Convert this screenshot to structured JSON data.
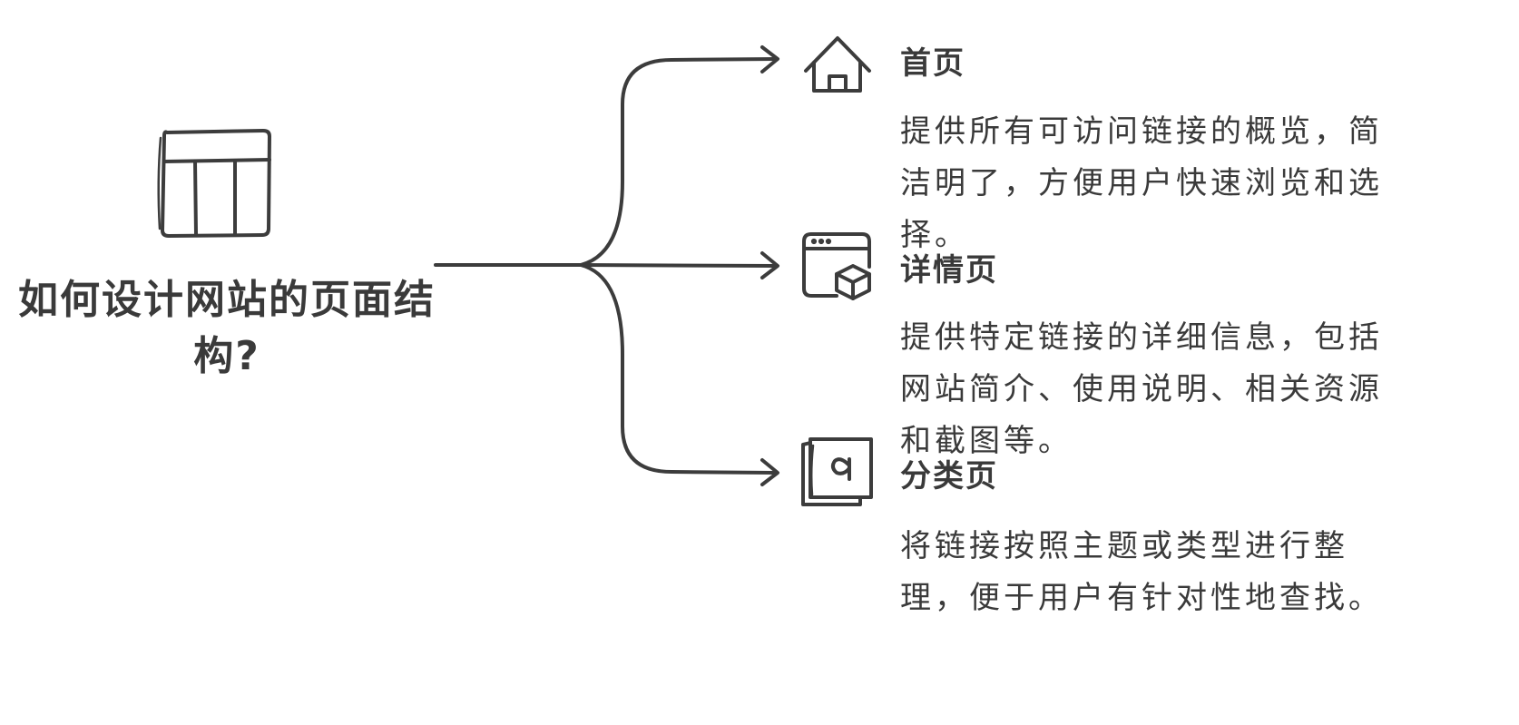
{
  "main_topic": {
    "title": "如何设计网站的页面结构?",
    "icon": "layout-columns-icon"
  },
  "branches": [
    {
      "title": "首页",
      "icon": "home-icon",
      "description": "提供所有可访问链接的概览，简洁明了，方便用户快速浏览和选择。"
    },
    {
      "title": "详情页",
      "icon": "browser-box-icon",
      "description": "提供特定链接的详细信息，包括网站简介、使用说明、相关资源和截图等。"
    },
    {
      "title": "分类页",
      "icon": "stacked-cards-icon",
      "description": "将链接按照主题或类型进行整理，便于用户有针对性地查找。"
    }
  ],
  "colors": {
    "stroke": "#3c3c3c",
    "text": "#3a3a3a",
    "background": "#ffffff"
  }
}
